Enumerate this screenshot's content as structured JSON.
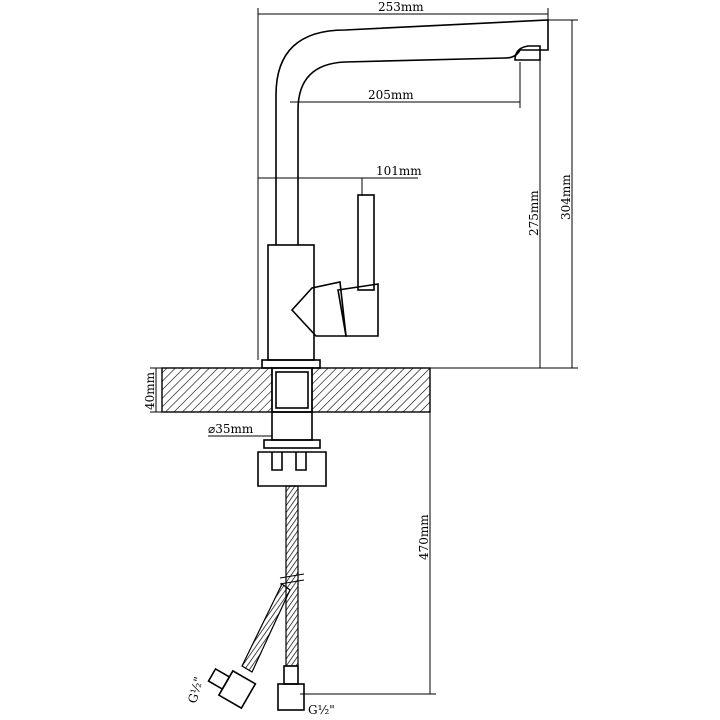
{
  "dimensions": {
    "spout_reach_total": "253mm",
    "spout_reach_inner": "205mm",
    "handle_offset": "101mm",
    "height_total": "304mm",
    "height_outlet": "275mm",
    "deck_thickness": "40mm",
    "mount_diameter": "⌀35mm",
    "hose_length": "470mm"
  },
  "connectors": {
    "left": "G½\"",
    "right": "G½\""
  },
  "colors": {
    "line": "#000000",
    "background": "#ffffff"
  }
}
